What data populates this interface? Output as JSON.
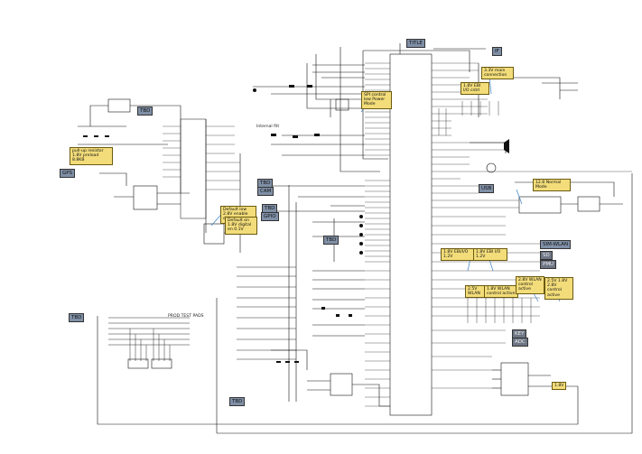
{
  "tags": [
    {
      "id": "tag-top",
      "text": "TITLE"
    },
    {
      "id": "tag-left-a",
      "text": "TBD"
    },
    {
      "id": "tag-left-b",
      "text": "GPS"
    },
    {
      "id": "tag-mid-a",
      "text": "TBD"
    },
    {
      "id": "tag-mid-b",
      "text": "CAM"
    },
    {
      "id": "tag-mid-c",
      "text": "TBD"
    },
    {
      "id": "tag-mid-d",
      "text": "GPIO"
    },
    {
      "id": "tag-mid-e",
      "text": "TBD"
    },
    {
      "id": "tag-right-a",
      "text": "IF"
    },
    {
      "id": "tag-right-b",
      "text": "USB"
    },
    {
      "id": "tag-sim",
      "text": "SIM-WLAN"
    },
    {
      "id": "tag-sd",
      "text": "SD"
    },
    {
      "id": "tag-bot-left",
      "text": "TBD"
    },
    {
      "id": "tag-bot-mid",
      "text": "TBD"
    },
    {
      "id": "tag-bot-right",
      "text": "KEY"
    },
    {
      "id": "tag-r1",
      "text": "PMU"
    },
    {
      "id": "tag-r2",
      "text": "ADC"
    }
  ],
  "notes": [
    {
      "id": "note-left",
      "text": "pull-up resistor 1.8V preload 8.8KB"
    },
    {
      "id": "note-mid-a",
      "text": "Default low 2.8V enable ctrl"
    },
    {
      "id": "note-mid-b",
      "text": "Default on 1.8V digital en 0.1V"
    },
    {
      "id": "note-center-top",
      "text": "SPI control low Power Mode"
    },
    {
      "id": "note-top-right-a",
      "text": "3.3V main connection"
    },
    {
      "id": "note-top-right-b",
      "text": "1.8V EBI I/O cntrl"
    },
    {
      "id": "note-right-mid",
      "text": "12.8 Normal Mode"
    },
    {
      "id": "note-right-a",
      "text": "1.8V EBI/I/O 1.2V"
    },
    {
      "id": "note-right-b",
      "text": "1.8V EBI I/O 1.2V"
    },
    {
      "id": "note-right-c",
      "text": "2.5V WLAN"
    },
    {
      "id": "note-right-d",
      "text": "1.8V WLAN control active"
    },
    {
      "id": "note-right-e",
      "text": "2.8V WLAN control active"
    },
    {
      "id": "note-right-f",
      "text": "2.5V 1.8V 2.8V control active"
    },
    {
      "id": "note-right-g",
      "text": "1.8V"
    }
  ],
  "labels": {
    "section_title": "PROD TEST PADS",
    "internal": "Internal filt"
  }
}
